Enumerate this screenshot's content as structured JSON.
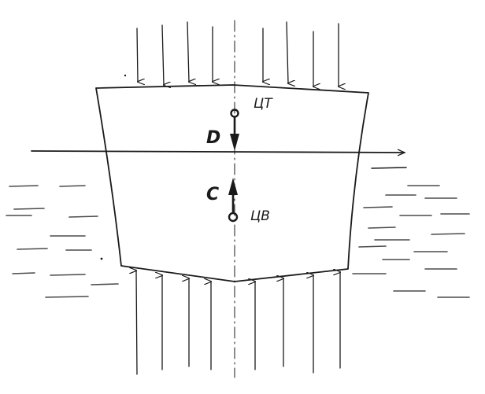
{
  "labels": {
    "center_of_gravity": "ЦТ",
    "center_of_buoyancy": "ЦВ",
    "weight_force": "D",
    "buoyancy_force": "C"
  },
  "colors": {
    "ink": "#1a1a1a",
    "water_hatch": "#4a4a4a"
  }
}
